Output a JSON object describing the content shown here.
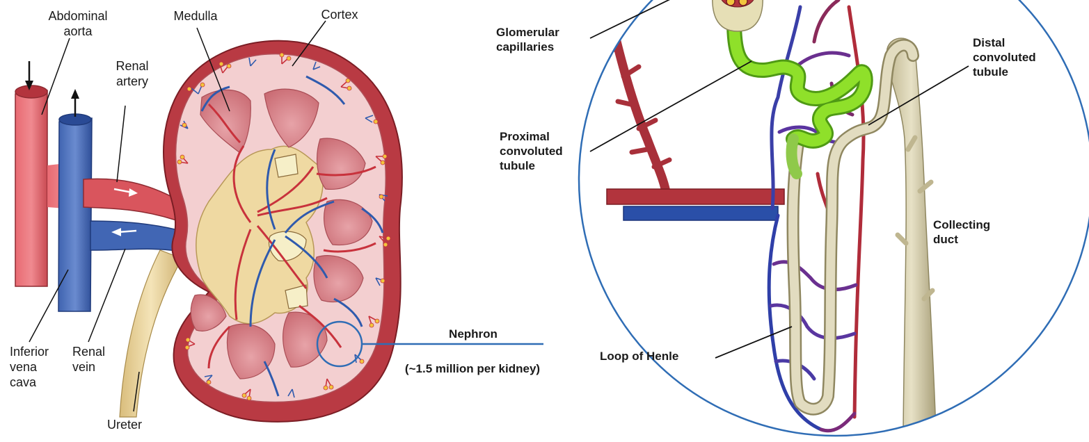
{
  "labels": {
    "abdominal_aorta": "Abdominal\naorta",
    "medulla": "Medulla",
    "cortex": "Cortex",
    "renal_artery": "Renal\nartery",
    "inferior_vena_cava": "Inferior\nvena\ncava",
    "renal_vein": "Renal\nvein",
    "ureter": "Ureter",
    "nephron": "Nephron",
    "nephron_count": "(~1.5 million per kidney)",
    "glomerular_capillaries": "Glomerular\ncapillaries",
    "proximal_convoluted_tubule": "Proximal\nconvoluted\ntubule",
    "distal_convoluted_tubule": "Distal\nconvoluted\ntubule",
    "collecting_duct": "Collecting\nduct",
    "loop_of_henle": "Loop of Henle"
  },
  "colors": {
    "artery": "#c8323c",
    "artery_dark": "#9e2630",
    "vein": "#3558a8",
    "vein_dark": "#2a3f8f",
    "cortex_fill": "#f3cfd0",
    "capsule": "#b8323a",
    "pelvis": "#efd9a2",
    "ureter": "#e7cf95",
    "pyramid": "#d9868c",
    "tubule_green": "#7ed321",
    "tubule_beige": "#d6cfad",
    "magnify_circle": "#2f6db5"
  }
}
